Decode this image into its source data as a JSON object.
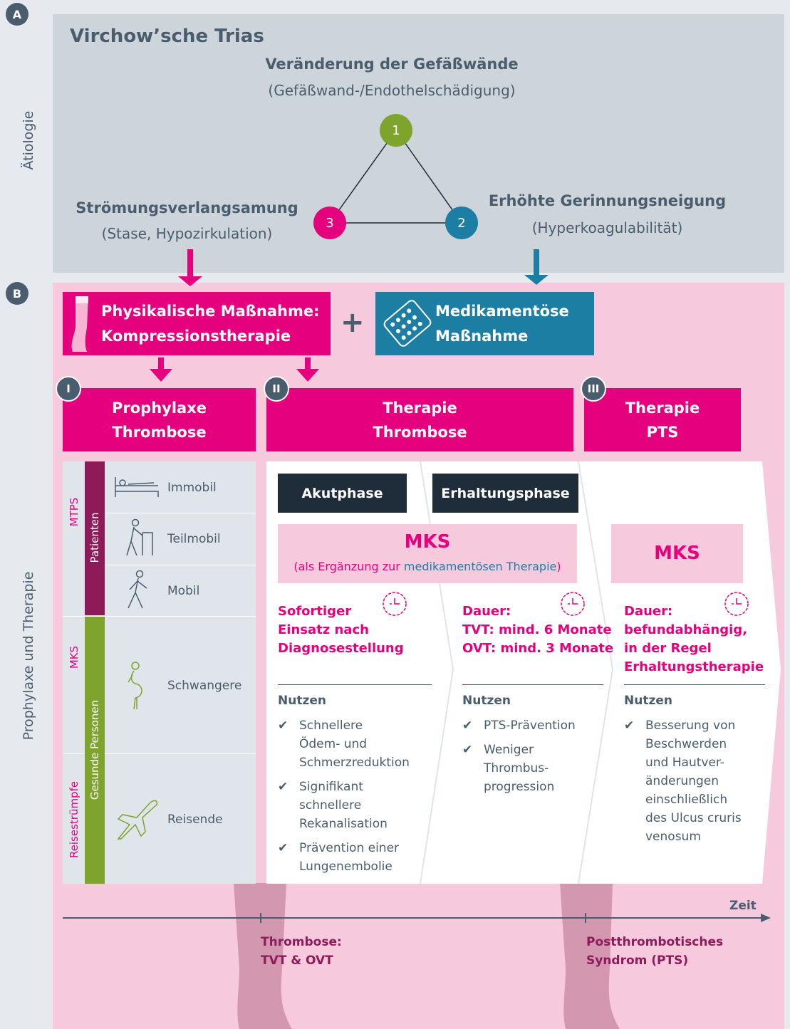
{
  "badges": {
    "a": "A",
    "b": "B"
  },
  "side_labels": {
    "a": "Ätiologie",
    "b": "Prophylaxe und Therapie"
  },
  "panel_a": {
    "title": "Virchow’sche Trias",
    "top": {
      "title": "Veränderung der Gefäßwände",
      "sub": "(Gefäßwand-/Endothelschädigung)"
    },
    "left": {
      "title": "Strömungsverlangsamung",
      "sub": "(Stase, Hypozirkulation)"
    },
    "right": {
      "title": "Erhöhte Gerinnungsneigung",
      "sub": "(Hyperkoagulabilität)"
    },
    "nodes": [
      {
        "label": "1",
        "color": "#7fa42d"
      },
      {
        "label": "2",
        "color": "#1d7ea4"
      },
      {
        "label": "3",
        "color": "#e5007e"
      }
    ]
  },
  "measures": {
    "physical": {
      "line1": "Physikalische Maßnahme:",
      "line2": "Kompressionstherapie"
    },
    "plus": "+",
    "medical": {
      "line1": "Medikamentöse",
      "line2": "Maßnahme"
    }
  },
  "columns": [
    {
      "roman": "I",
      "line1": "Prophylaxe",
      "line2": "Thrombose"
    },
    {
      "roman": "II",
      "line1": "Therapie",
      "line2": "Thrombose"
    },
    {
      "roman": "III",
      "line1": "Therapie",
      "line2": "PTS"
    }
  ],
  "left_panel": {
    "group_labels": {
      "mtps": "MTPS",
      "mks": "MKS",
      "reise": "Reisestrümpfe"
    },
    "bar_labels": {
      "patienten": "Patienten",
      "gesunde": "Gesunde Personen"
    },
    "rows": [
      {
        "label": "Immobil",
        "icon": "bed-icon"
      },
      {
        "label": "Teilmobil",
        "icon": "walker-icon"
      },
      {
        "label": "Mobil",
        "icon": "walking-person-icon"
      },
      {
        "label": "Schwangere",
        "icon": "pregnant-person-icon"
      },
      {
        "label": "Reisende",
        "icon": "airplane-icon"
      }
    ]
  },
  "phases": {
    "akut": "Akutphase",
    "erhaltung": "Erhaltungsphase"
  },
  "mks_main": {
    "title": "MKS",
    "sub_pre": "(als Ergänzung zur ",
    "sub_link": "medikamentösen Therapie",
    "sub_post": ")"
  },
  "mks_pts": {
    "title": "MKS"
  },
  "stage1": {
    "duration": [
      "Sofortiger",
      "Einsatz nach",
      "Diagnosestellung"
    ],
    "nutzen": "Nutzen",
    "benefits": [
      [
        "Schnellere",
        "Ödem- und",
        "Schmerzreduktion"
      ],
      [
        "Signifikant",
        "schnellere",
        "Rekanalisation"
      ],
      [
        "Prävention einer",
        "Lungenembolie"
      ]
    ]
  },
  "stage2": {
    "duration": [
      "Dauer:",
      "TVT: mind. 6 Monate",
      "OVT: mind. 3 Monate"
    ],
    "nutzen": "Nutzen",
    "benefits": [
      [
        "PTS-Prävention"
      ],
      [
        "Weniger",
        "Thrombus-",
        "progression"
      ]
    ]
  },
  "stage3": {
    "duration": [
      "Dauer:",
      "befundabhängig,",
      "in der Regel",
      "Erhaltungstherapie"
    ],
    "nutzen": "Nutzen",
    "benefits": [
      [
        "Besserung von",
        "Beschwerden",
        "und Hautver-",
        "änderungen",
        "einschließlich",
        "des Ulcus cruris",
        "venosum"
      ]
    ]
  },
  "timeline": {
    "axis_label": "Zeit",
    "event1": [
      "Thrombose:",
      "TVT & OVT"
    ],
    "event2": [
      "Postthrombotisches",
      "Syndrom (PTS)"
    ]
  },
  "colors": {
    "magenta": "#e5007e",
    "petrol": "#1d7ea4",
    "green": "#7fa42d",
    "purple": "#8f1a5a",
    "slate": "#4a5d6e",
    "navy": "#1f2d3a"
  }
}
